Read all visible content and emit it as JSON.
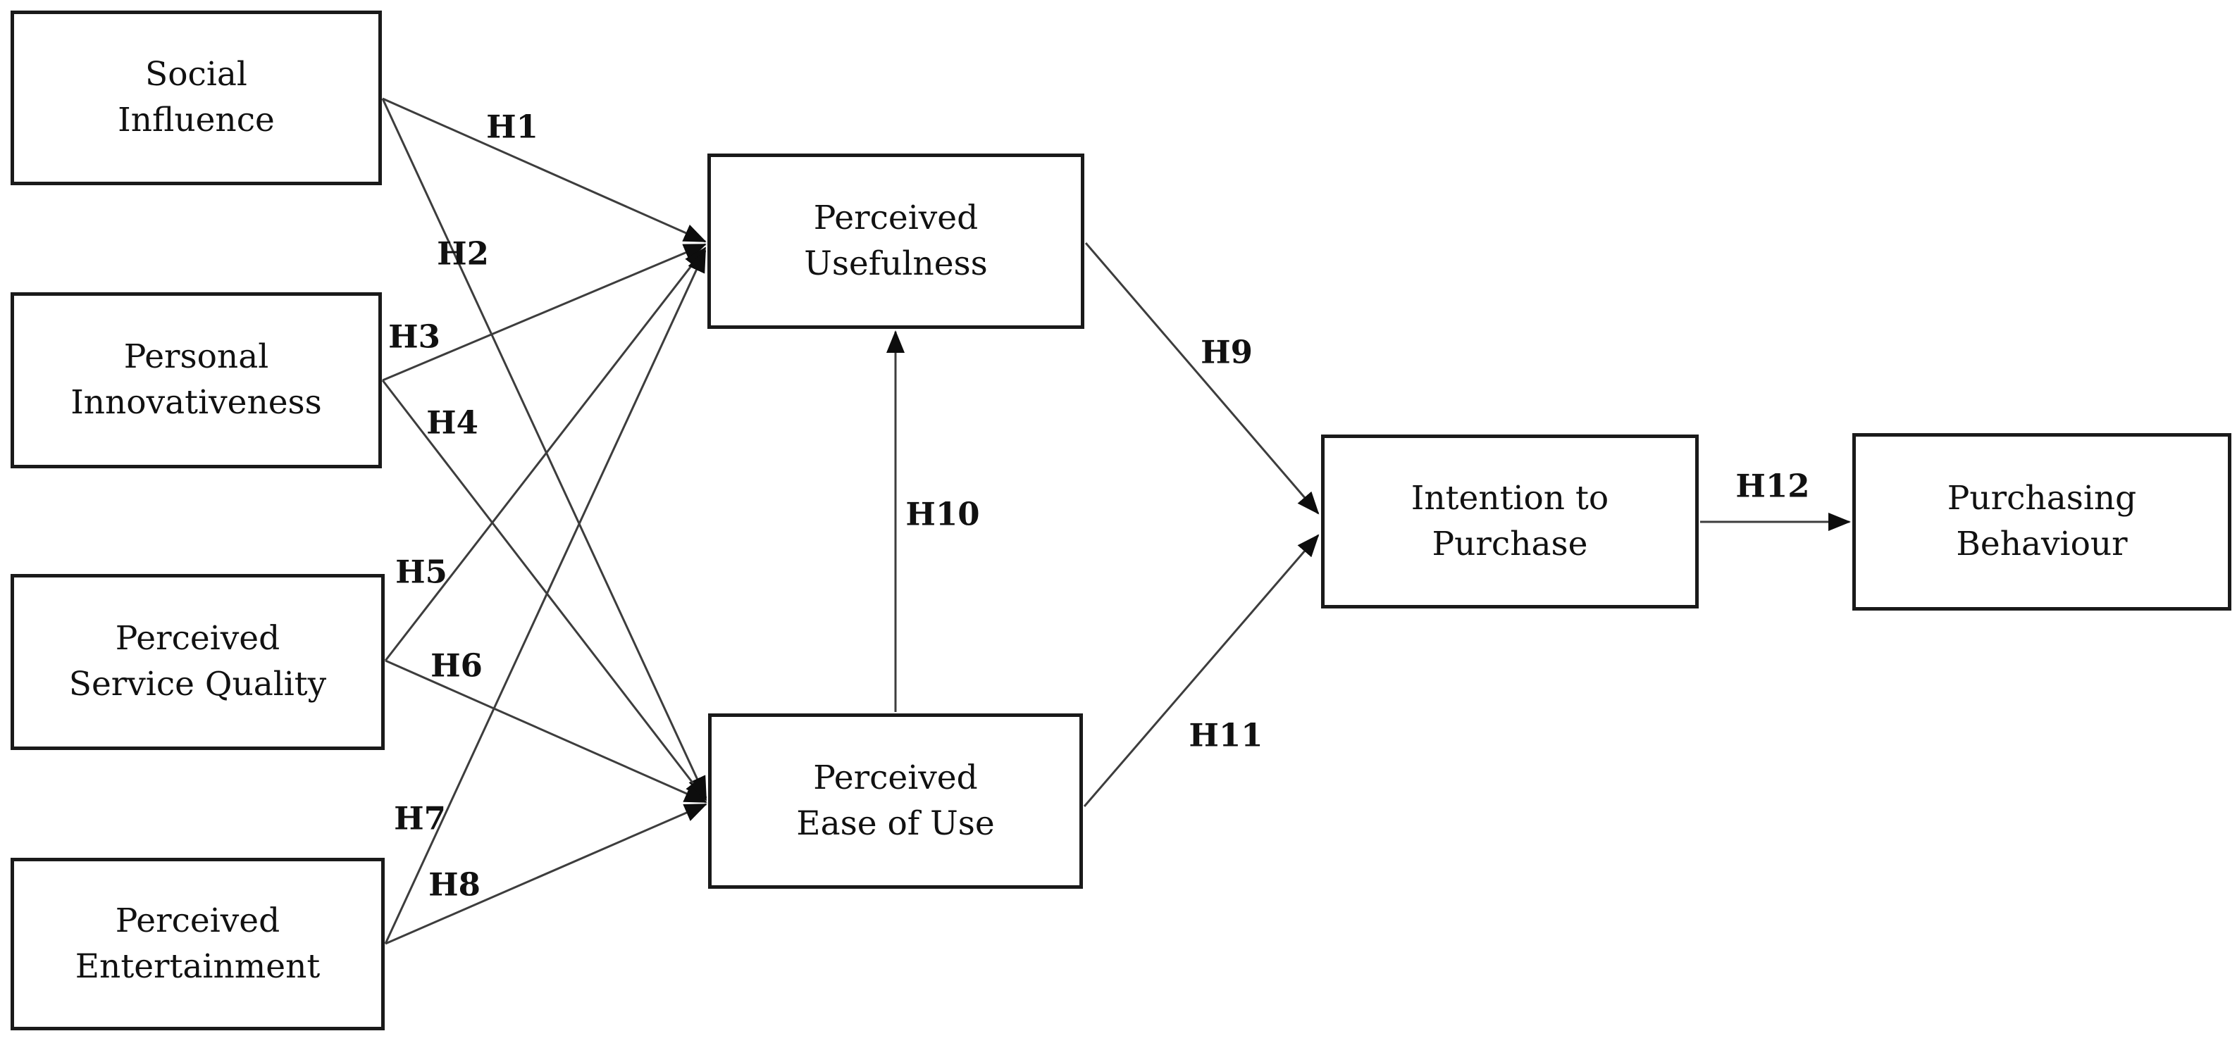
{
  "diagram": {
    "title": "Research model: technology acceptance path diagram",
    "nodes": [
      {
        "id": "social-influence",
        "label": "Social\nInfluence"
      },
      {
        "id": "personal-innovativeness",
        "label": "Personal\nInnovativeness"
      },
      {
        "id": "perceived-service-quality",
        "label": "Perceived\nService Quality"
      },
      {
        "id": "perceived-entertainment",
        "label": "Perceived\nEntertainment"
      },
      {
        "id": "perceived-usefulness",
        "label": "Perceived\nUsefulness"
      },
      {
        "id": "perceived-ease-of-use",
        "label": "Perceived\nEase of Use"
      },
      {
        "id": "intention-to-purchase",
        "label": "Intention to\nPurchase"
      },
      {
        "id": "purchasing-behaviour",
        "label": "Purchasing\nBehaviour"
      }
    ],
    "hypotheses": [
      {
        "label": "H1",
        "from": "social-influence",
        "to": "perceived-usefulness"
      },
      {
        "label": "H2",
        "from": "social-influence",
        "to": "perceived-ease-of-use"
      },
      {
        "label": "H3",
        "from": "personal-innovativeness",
        "to": "perceived-usefulness"
      },
      {
        "label": "H4",
        "from": "personal-innovativeness",
        "to": "perceived-ease-of-use"
      },
      {
        "label": "H5",
        "from": "perceived-service-quality",
        "to": "perceived-usefulness"
      },
      {
        "label": "H6",
        "from": "perceived-service-quality",
        "to": "perceived-ease-of-use"
      },
      {
        "label": "H7",
        "from": "perceived-entertainment",
        "to": "perceived-usefulness"
      },
      {
        "label": "H8",
        "from": "perceived-entertainment",
        "to": "perceived-ease-of-use"
      },
      {
        "label": "H9",
        "from": "perceived-usefulness",
        "to": "intention-to-purchase"
      },
      {
        "label": "H10",
        "from": "perceived-ease-of-use",
        "to": "perceived-usefulness"
      },
      {
        "label": "H11",
        "from": "perceived-ease-of-use",
        "to": "intention-to-purchase"
      },
      {
        "label": "H12",
        "from": "intention-to-purchase",
        "to": "purchasing-behaviour"
      }
    ],
    "colors": {
      "background": "#ffffff",
      "box_border": "#1a1a1a",
      "line": "#3d3d3d",
      "arrowhead": "#0d0d0d",
      "text": "#111111"
    }
  }
}
